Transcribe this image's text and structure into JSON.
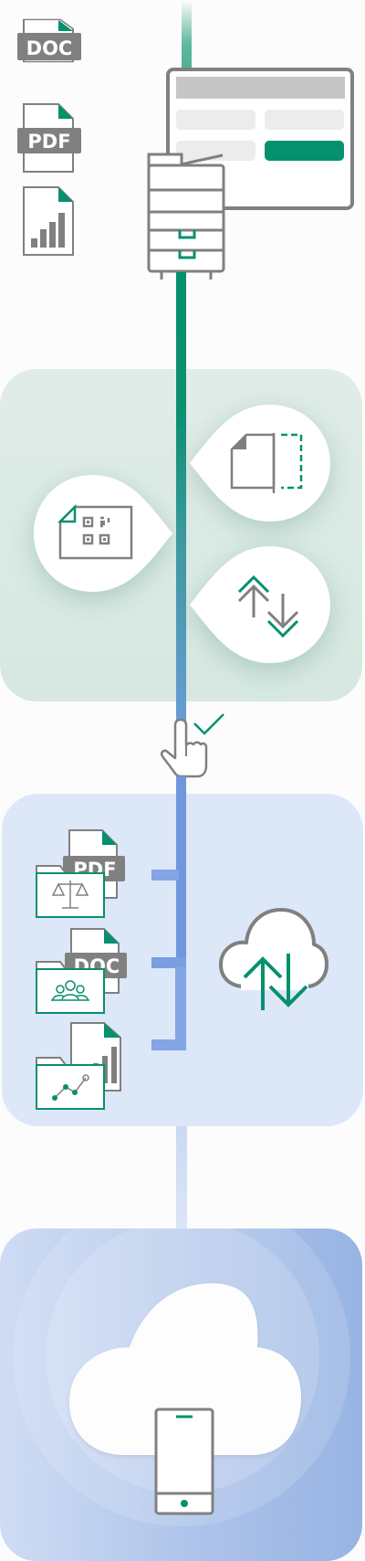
{
  "files": {
    "doc_label": "DOC",
    "pdf_label": "PDF"
  },
  "icons": {
    "doc_file": "doc-file-icon",
    "pdf_file": "pdf-file-icon",
    "chart_file": "chart-file-icon",
    "printer": "multifunction-printer-icon",
    "panel": "control-panel-screen",
    "qr_document": "qr-document-icon",
    "page_split": "page-split-icon",
    "transfer": "up-down-transfer-icon",
    "hand": "hand-pointer-icon",
    "check": "check-icon",
    "legal_folder": "legal-folder-icon",
    "people_folder": "people-folder-icon",
    "chart_folder": "line-chart-folder-icon",
    "cloud_transfer": "cloud-sync-icon",
    "cloud": "cloud-icon",
    "phone": "smartphone-icon"
  },
  "colors": {
    "accent_green": "#05906e",
    "accent_blue": "#7ba0e0",
    "icon_gray": "#808080"
  }
}
